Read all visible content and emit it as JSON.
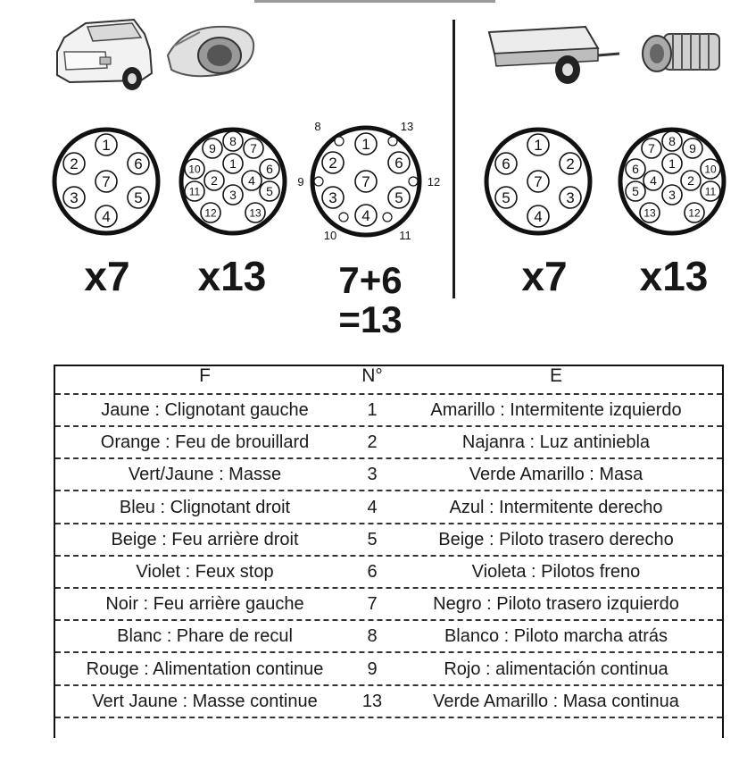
{
  "labels": {
    "car_x7": "x7",
    "car_x13": "x13",
    "car_7plus6": "7+6",
    "car_eq13": "=13",
    "trailer_x7": "x7",
    "trailer_x13": "x13"
  },
  "connectors": {
    "car_x7_pins": [
      "1",
      "2",
      "3",
      "4",
      "5",
      "6",
      "7"
    ],
    "car_x13_pins": [
      "1",
      "2",
      "3",
      "4",
      "5",
      "6",
      "7",
      "8",
      "9",
      "10",
      "11",
      "12",
      "13"
    ],
    "car_7plus6_pins": [
      "1",
      "2",
      "3",
      "4",
      "5",
      "6",
      "7"
    ],
    "car_7plus6_outer": [
      "8",
      "9",
      "10",
      "11",
      "12",
      "13"
    ],
    "trailer_x7_pins": [
      "1",
      "2",
      "3",
      "4",
      "5",
      "6",
      "7"
    ],
    "trailer_x13_pins": [
      "1",
      "2",
      "3",
      "4",
      "5",
      "6",
      "7",
      "8",
      "9",
      "10",
      "11",
      "12",
      "13"
    ]
  },
  "table": {
    "headers": {
      "f": "F",
      "n": "N°",
      "e": "E"
    },
    "rows": [
      {
        "f": "Jaune : Clignotant gauche",
        "n": "1",
        "e": "Amarillo : Intermitente izquierdo"
      },
      {
        "f": "Orange : Feu de brouillard",
        "n": "2",
        "e": "Najanra : Luz antiniebla"
      },
      {
        "f": "Vert/Jaune : Masse",
        "n": "3",
        "e": "Verde Amarillo : Masa"
      },
      {
        "f": "Bleu : Clignotant droit",
        "n": "4",
        "e": "Azul : Intermitente derecho"
      },
      {
        "f": "Beige : Feu arrière droit",
        "n": "5",
        "e": "Beige : Piloto trasero derecho"
      },
      {
        "f": "Violet : Feux stop",
        "n": "6",
        "e": "Violeta : Pilotos freno"
      },
      {
        "f": "Noir : Feu arrière gauche",
        "n": "7",
        "e": "Negro : Piloto trasero izquierdo"
      },
      {
        "f": "Blanc : Phare de recul",
        "n": "8",
        "e": "Blanco : Piloto marcha atrás"
      },
      {
        "f": "Rouge : Alimentation continue",
        "n": "9",
        "e": "Rojo : alimentación continua"
      },
      {
        "f": "Vert Jaune : Masse continue",
        "n": "13",
        "e": "Verde Amarillo : Masa continua"
      }
    ]
  }
}
